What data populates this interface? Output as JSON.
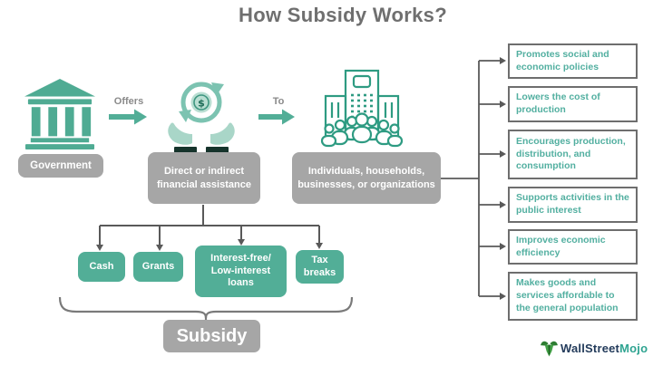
{
  "title": "How Subsidy Works?",
  "flow": {
    "government_label": "Government",
    "offers_label": "Offers",
    "assistance_label": "Direct or indirect financial assistance",
    "to_label": "To",
    "recipients_label": "Individuals, households, businesses, or organizations"
  },
  "subsidy_types": [
    "Cash",
    "Grants",
    "Interest-free/ Low-interest loans",
    "Tax breaks"
  ],
  "subsidy_label": "Subsidy",
  "benefits": [
    "Promotes social and economic policies",
    "Lowers the cost of production",
    "Encourages production, distribution, and consumption",
    "Supports activities in the public interest",
    "Improves economic efficiency",
    "Makes goods and services affordable to the general population"
  ],
  "icons": {
    "government": "bank-building-icon",
    "assistance": "hands-money-cycle-icon",
    "recipients": "organization-crowd-icon",
    "logo": "bull-icon"
  },
  "colors": {
    "teal": "#52ae97",
    "gray_box": "#a6a6a6",
    "benefit_text": "#52afa0",
    "benefit_border": "#6e6e6e",
    "connector": "#595959",
    "title": "#6f6f6f",
    "brand_navy": "#233b5b",
    "brand_teal": "#2fa491"
  },
  "logo": {
    "brand_primary": "WallStreet",
    "brand_secondary": "Mojo"
  }
}
